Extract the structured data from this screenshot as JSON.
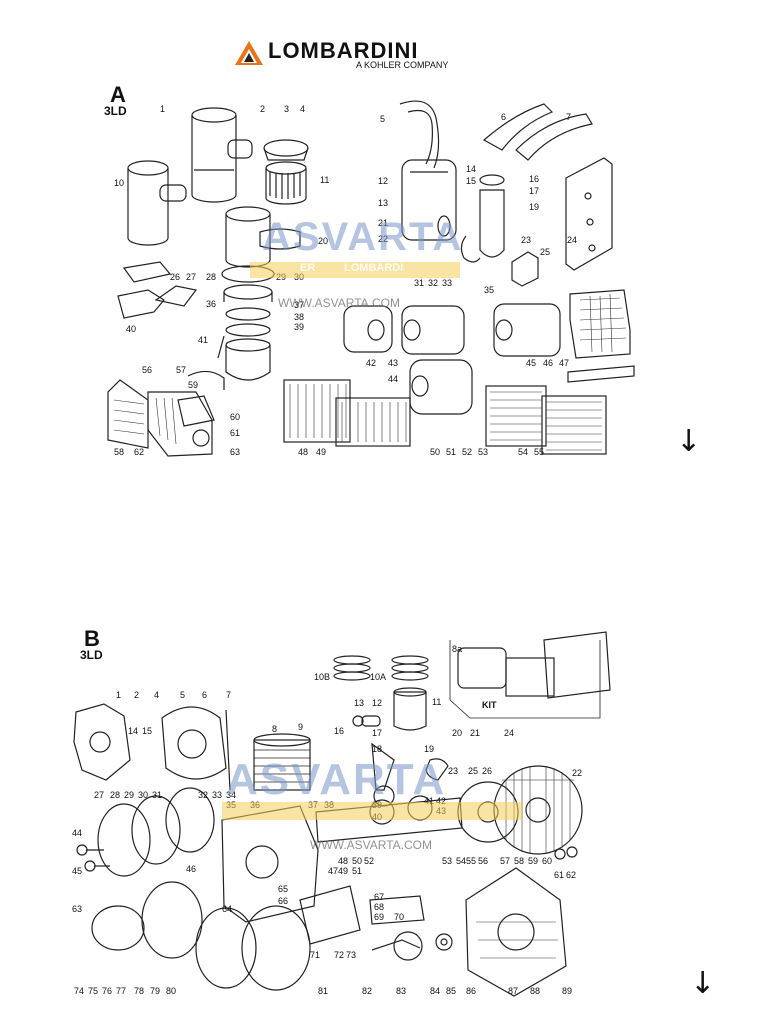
{
  "brand": {
    "name": "LOMBARDINI",
    "tagline": "A KOHLER COMPANY",
    "accent_color": "#e8731a"
  },
  "watermark": {
    "word": "ASVARTA",
    "url": "WWW.ASVARTA.COM",
    "band_left": "ER",
    "band_right": "LOMBARDI",
    "band_color": "#f5cd5a"
  },
  "section_a": {
    "letter": "A",
    "model": "3LD",
    "labels": [
      "1",
      "2",
      "3",
      "4",
      "5",
      "6",
      "7",
      "10",
      "11",
      "12",
      "13",
      "14",
      "15",
      "16",
      "17",
      "19",
      "20",
      "21",
      "22",
      "23",
      "24",
      "25",
      "26",
      "27",
      "28",
      "29",
      "30",
      "31",
      "32",
      "33",
      "35",
      "36",
      "37",
      "38",
      "39",
      "40",
      "41",
      "42",
      "43",
      "44",
      "45",
      "46",
      "47",
      "48",
      "49",
      "50",
      "51",
      "52",
      "53",
      "54",
      "55",
      "56",
      "57",
      "58",
      "59",
      "60",
      "61",
      "62",
      "63"
    ]
  },
  "section_b": {
    "letter": "B",
    "model": "3LD",
    "kit_label": "KIT",
    "kit_id": "8a",
    "labels": [
      "1",
      "2",
      "4",
      "5",
      "6",
      "7",
      "8",
      "9",
      "10A",
      "10B",
      "11",
      "12",
      "13",
      "14",
      "15",
      "16",
      "17",
      "18",
      "19",
      "20",
      "21",
      "22",
      "23",
      "24",
      "25",
      "26",
      "27",
      "28",
      "29",
      "30",
      "31",
      "32",
      "33",
      "34",
      "35",
      "36",
      "37",
      "38",
      "39",
      "40",
      "41",
      "42",
      "43",
      "44",
      "45",
      "46",
      "47",
      "48",
      "49",
      "50",
      "51",
      "52",
      "53",
      "54",
      "55",
      "56",
      "57",
      "58",
      "59",
      "60",
      "61",
      "62",
      "63",
      "64",
      "65",
      "66",
      "67",
      "68",
      "69",
      "70",
      "71",
      "72",
      "73",
      "74",
      "75",
      "76",
      "77",
      "78",
      "79",
      "80",
      "81",
      "82",
      "83",
      "84",
      "85",
      "86",
      "87",
      "88",
      "89"
    ]
  },
  "nav": {
    "next_arrow_a": "↓",
    "next_arrow_b": "↓"
  }
}
